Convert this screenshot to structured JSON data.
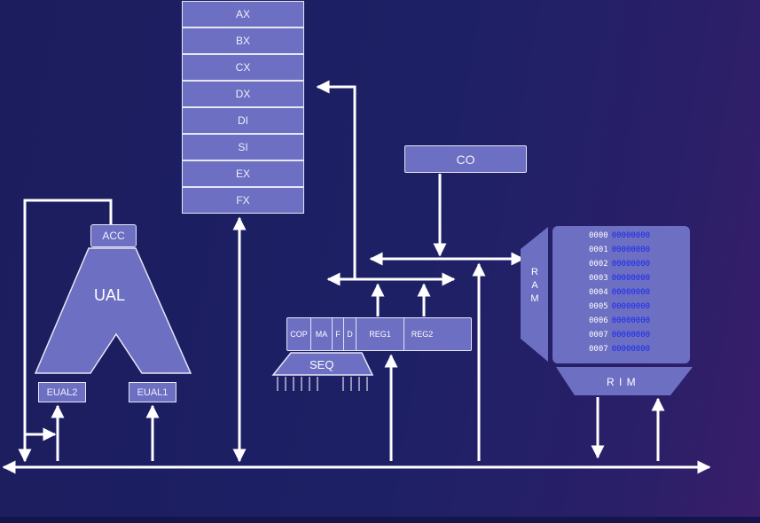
{
  "registers": [
    "AX",
    "BX",
    "CX",
    "DX",
    "DI",
    "SI",
    "EX",
    "FX"
  ],
  "co_label": "CO",
  "acc_label": "ACC",
  "ual_label": "UAL",
  "eual2_label": "EUAL2",
  "eual1_label": "EUAL1",
  "seq_label": "SEQ",
  "instruction": {
    "cop": "COP",
    "ma": "MA",
    "f": "F",
    "d": "D",
    "reg1": "REG1",
    "reg2": "REG2"
  },
  "ram_label": "R A M",
  "rim_label": "R I M",
  "ram_rows": [
    {
      "addr": "0000",
      "bits": "00000000"
    },
    {
      "addr": "0001",
      "bits": "00000000"
    },
    {
      "addr": "0002",
      "bits": "00000000"
    },
    {
      "addr": "0003",
      "bits": "00000000"
    },
    {
      "addr": "0004",
      "bits": "00000000"
    },
    {
      "addr": "0005",
      "bits": "00000000"
    },
    {
      "addr": "0006",
      "bits": "00000000"
    },
    {
      "addr": "0007",
      "bits": "00000000"
    },
    {
      "addr": "0007",
      "bits": "00000000"
    }
  ],
  "colors": {
    "background": "#1e2066",
    "component_fill": "#6c6fc2",
    "wire": "#ffffff",
    "ram_bits": "#1a2af0"
  }
}
